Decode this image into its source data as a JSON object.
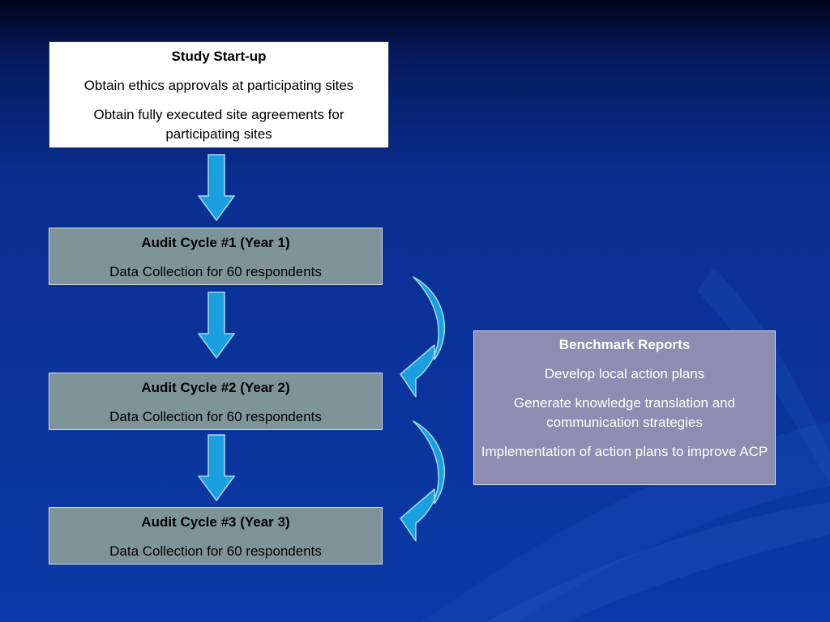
{
  "startup": {
    "title": "Study Start-up",
    "lines": [
      "Obtain ethics approvals at participating sites",
      "Obtain fully executed site agreements for participating sites"
    ]
  },
  "cycles": [
    {
      "title": "Audit Cycle #1  (Year 1)",
      "body": "Data Collection for 60 respondents"
    },
    {
      "title": "Audit Cycle #2  (Year 2)",
      "body": "Data Collection for 60 respondents"
    },
    {
      "title": "Audit Cycle #3  (Year 3)",
      "body": "Data Collection for 60 respondents"
    }
  ],
  "benchmark": {
    "title": "Benchmark Reports",
    "lines": [
      "Develop local action plans",
      "Generate knowledge translation and communication strategies",
      "Implementation of action plans to improve ACP"
    ]
  },
  "colors": {
    "arrow_fill": "#1aa0e0",
    "arrow_stroke": "#a8d8f0",
    "box_gray": "#7f9498",
    "box_lavender": "#8c8db0"
  }
}
